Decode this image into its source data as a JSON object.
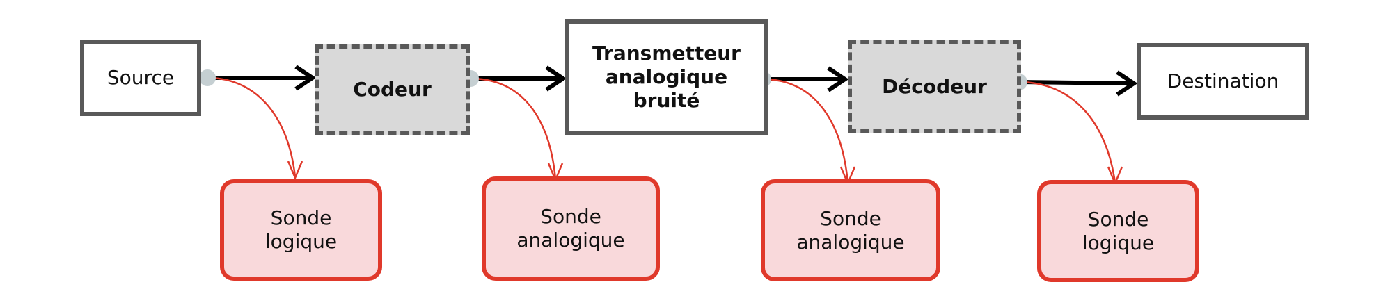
{
  "colors": {
    "box_border": "#595959",
    "encoder_fill": "#d9d9d9",
    "probe_border": "#e0392b",
    "probe_fill": "#f9d9db",
    "flow_arrow": "#000000",
    "probe_link": "#e0392b",
    "tap_point": "#c5cfd2"
  },
  "chain": {
    "source": "Source",
    "codeur": "Codeur",
    "transmetteur": "Transmetteur\nanalogique\nbruité",
    "decodeur": "Décodeur",
    "destination": "Destination"
  },
  "probes": [
    {
      "label": "Sonde\nlogique"
    },
    {
      "label": "Sonde\nanalogique"
    },
    {
      "label": "Sonde\nanalogique"
    },
    {
      "label": "Sonde\nlogique"
    }
  ]
}
